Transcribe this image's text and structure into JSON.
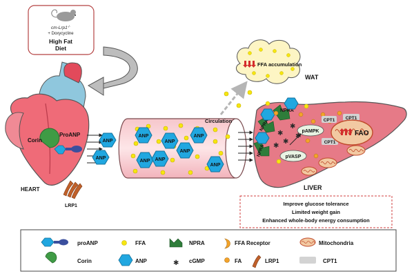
{
  "mouse_box": {
    "strain": "cm-Lrp1",
    "strain_sup": "-/-",
    "treatment": "+ Doxycycline",
    "diet_line1": "High Fat",
    "diet_line2": "Diet"
  },
  "heart": {
    "label": "HEART",
    "corin": "Corin",
    "proanp": "ProANP",
    "lrp1": "LRP1"
  },
  "anp_label": "ANP",
  "circulation": "Circulation",
  "wat": {
    "label": "WAT",
    "ffa_accumulation": "FFA accumulation"
  },
  "liver": {
    "label": "LIVER",
    "npra": "NPRA",
    "pampk": "pAMPK",
    "pvasp": "pVASP",
    "cpt1": "CPT1",
    "fao": "FAO"
  },
  "outcomes": [
    "Improve glucose tolerance",
    "Limited weight gain",
    "Enhanced whole-body energy consumption"
  ],
  "legend": {
    "proanp": "proANP",
    "ffa": "FFA",
    "npra": "NPRA",
    "ffa_receptor": "FFA Receptor",
    "mitochondria": "Mitochondria",
    "corin": "Corin",
    "anp": "ANP",
    "cgmp": "cGMP",
    "fa": "FA",
    "lrp1": "LRP1",
    "cpt1": "CPT1"
  },
  "colors": {
    "anp_blue": "#21a7e0",
    "corin_green": "#3f9b45",
    "heart_pink": "#ef6b78",
    "liver_pink": "#e67a87",
    "ffa_yellow": "#f6e610",
    "fa_orange": "#f3a32a",
    "outcome_border": "#d23c3c"
  }
}
